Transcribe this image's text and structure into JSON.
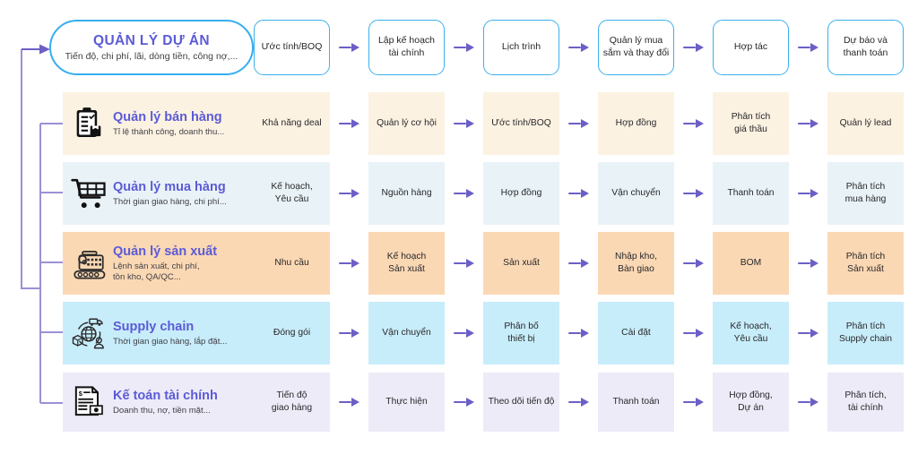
{
  "header": {
    "title": "QUẢN LÝ DỰ ÁN",
    "subtitle": "Tiến độ, chi phí, lãi, dòng tiền, công nợ,..."
  },
  "colors": {
    "accent_blue": "#35AEEF",
    "accent_purple": "#5B5BD6",
    "arrow": "#6B5FC6",
    "row_sales_bg": "#FCF2E2",
    "row_purchasing_bg": "#E9F3F7",
    "row_production_bg": "#FBD8B4",
    "row_supplychain_bg": "#C8EDFA",
    "row_accounting_bg": "#EDEBF7"
  },
  "stages": [
    {
      "label": "Ước tính/BOQ"
    },
    {
      "label": "Lập kế hoạch\ntài chính"
    },
    {
      "label": "Lịch trình"
    },
    {
      "label": "Quản lý mua\nsắm và thay đổi"
    },
    {
      "label": "Hợp tác"
    },
    {
      "label": "Dự báo và\nthanh toán"
    }
  ],
  "rows": [
    {
      "icon": "clipboard-checklist-icon",
      "title": "Quản lý bán hàng",
      "subtitle": "Tỉ lệ thành công, doanh thu...",
      "bg": "#FCF2E2",
      "steps": [
        "Khả năng deal",
        "Quản lý cơ hội",
        "Ước tính/BOQ",
        "Hợp đồng",
        "Phân tích\ngiá thầu",
        "Quản lý lead"
      ]
    },
    {
      "icon": "shopping-cart-icon",
      "title": "Quản lý mua hàng",
      "subtitle": "Thời gian giao hàng, chi phí...",
      "bg": "#E9F3F7",
      "steps": [
        "Kế hoạch,\nYêu cầu",
        "Nguồn hàng",
        "Hợp đồng",
        "Vận chuyển",
        "Thanh toán",
        "Phân tích\nmua hàng"
      ]
    },
    {
      "icon": "factory-conveyor-icon",
      "title": "Quản lý sản xuất",
      "subtitle": "Lệnh sản xuất, chi phí,\ntồn kho, QA/QC...",
      "bg": "#FBD8B4",
      "steps": [
        "Nhu cầu",
        "Kế hoạch\nSản xuất",
        "Sản xuất",
        "Nhập kho,\nBàn giao",
        "BOM",
        "Phân tích\nSản xuất"
      ]
    },
    {
      "icon": "supply-chain-globe-icon",
      "title": "Supply chain",
      "subtitle": "Thời gian giao hàng, lắp đặt...",
      "bg": "#C8EDFA",
      "steps": [
        "Đóng gói",
        "Vận chuyển",
        "Phân bố\nthiết bị",
        "Cài đặt",
        "Kế hoạch,\nYêu cầu",
        "Phân tích\nSupply chain"
      ]
    },
    {
      "icon": "invoice-money-icon",
      "title": "Kế toán tài chính",
      "subtitle": "Doanh thu, nợ, tiền mặt...",
      "bg": "#EDEBF7",
      "steps": [
        "Tiến độ\ngiao hàng",
        "Thực hiện",
        "Theo dõi tiến độ",
        "Thanh toán",
        "Hợp đồng,\nDự án",
        "Phân tích,\ntài chính"
      ]
    }
  ]
}
